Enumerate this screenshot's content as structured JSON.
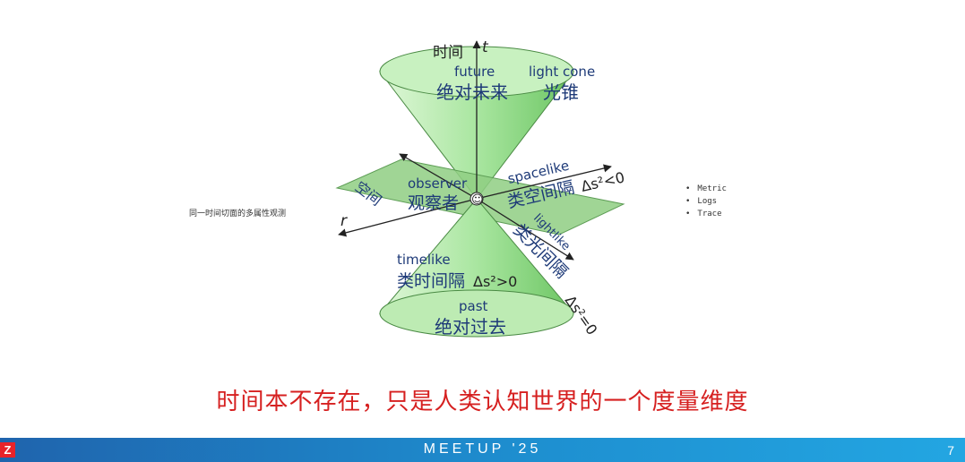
{
  "diagram": {
    "time_axis_cn": "时间",
    "time_axis_symbol": "t",
    "space_axis_symbol": "r",
    "future_en": "future",
    "future_cn": "绝对未来",
    "lightcone_en": "light cone",
    "lightcone_cn": "光锥",
    "observer_en": "observer",
    "observer_cn": "观察者",
    "observer_icon": "☺",
    "spacelike_en": "spacelike",
    "spacelike_cn": "类空间隔",
    "spacelike_formula": "Δs²<0",
    "plane_cn": "空间",
    "lightlike_en": "lightlike",
    "lightlike_cn": "类光间隔",
    "lightlike_formula": "Δs²=0",
    "timelike_en": "timelike",
    "timelike_cn": "类时间隔",
    "timelike_formula": "Δs²>0",
    "past_en": "past",
    "past_cn": "绝对过去"
  },
  "side_caption": "同一时间切面的多属性观测",
  "bullets": [
    "Metric",
    "Logs",
    "Trace"
  ],
  "headline": "时间本不存在，只是人类认知世界的一个度量维度",
  "footer": {
    "logo": "Z",
    "brand": "MEETUP '25",
    "page": "7"
  },
  "colors": {
    "cone": "#9fe29a",
    "plane": "#8fce83",
    "label": "#1e3a78",
    "headline": "#d62020"
  }
}
